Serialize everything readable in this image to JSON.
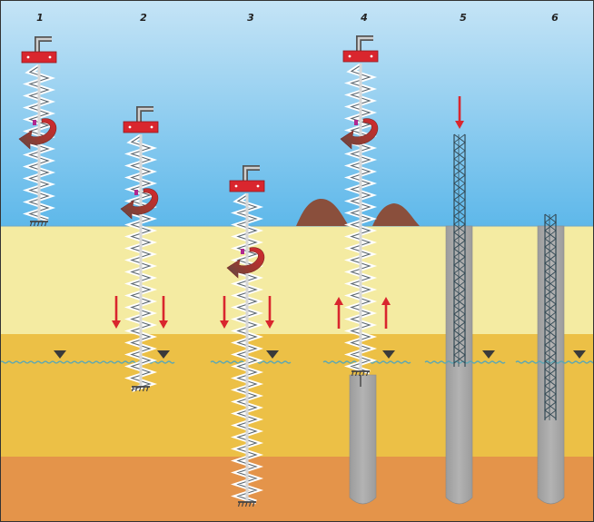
{
  "steps": [
    {
      "number": "1",
      "stage": "auger-start",
      "auger_depth": "surface",
      "rotation_arrow": true,
      "vertical_arrows": "none"
    },
    {
      "number": "2",
      "stage": "auger-drilling",
      "auger_depth": "water-table",
      "rotation_arrow": true,
      "vertical_arrows": "down"
    },
    {
      "number": "3",
      "stage": "auger-full-depth",
      "auger_depth": "bottom",
      "rotation_arrow": true,
      "vertical_arrows": "down"
    },
    {
      "number": "4",
      "stage": "auger-withdraw-concrete",
      "auger_depth": "partial",
      "rotation_arrow": true,
      "vertical_arrows": "up"
    },
    {
      "number": "5",
      "stage": "insert-cage",
      "auger_depth": "none",
      "rotation_arrow": false,
      "vertical_arrows": "cage-down"
    },
    {
      "number": "6",
      "stage": "completed-pile",
      "auger_depth": "none",
      "rotation_arrow": false,
      "vertical_arrows": "none"
    }
  ],
  "layers": [
    "sky",
    "upper-sand",
    "water-bearing-sand",
    "lower-clay"
  ],
  "colors": {
    "sky_top": "#c5e4f6",
    "sky_bottom": "#5eb8ea",
    "upper_soil": "#f4eba2",
    "middle_soil": "#ecc046",
    "lower_soil": "#e4944a",
    "concrete": "#a9a9a9",
    "auger_head": "#d9262e",
    "arrow": "#d9262e",
    "spoil": "#8a4f3c",
    "cage": "#344a55",
    "water_line": "#5aa7b5"
  },
  "icons": [
    "rotation-arrow-icon",
    "down-arrow-icon",
    "up-arrow-icon",
    "water-table-icon"
  ]
}
